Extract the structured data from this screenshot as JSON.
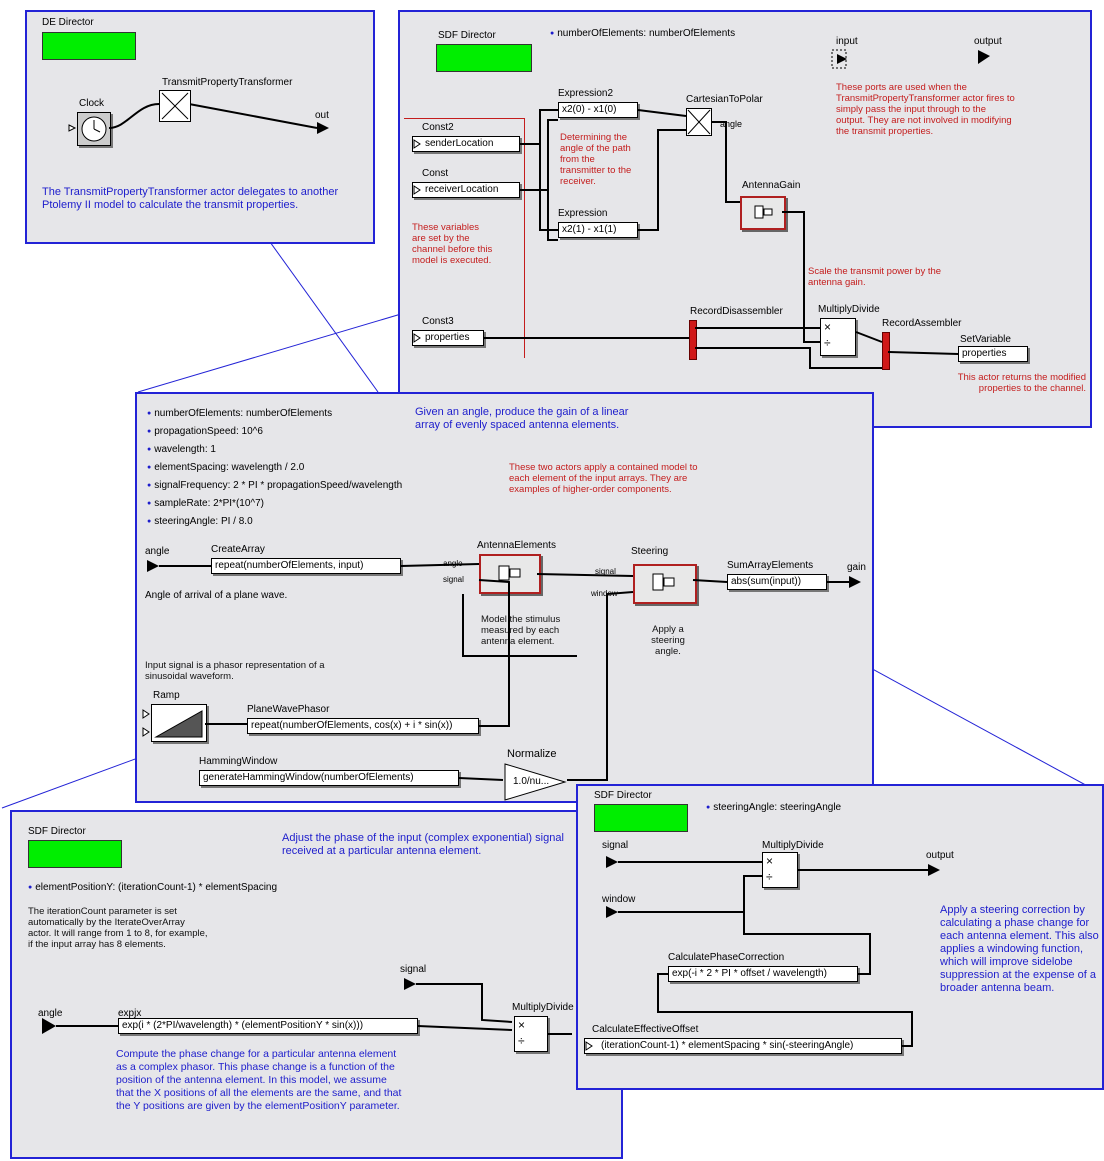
{
  "panel1": {
    "director": "DE Director",
    "transformer": "TransmitPropertyTransformer",
    "clock": "Clock",
    "out": "out",
    "note": "The TransmitPropertyTransformer actor delegates to another Ptolemy II model to calculate the transmit properties."
  },
  "panel2": {
    "director": "SDF Director",
    "param": "numberOfElements: numberOfElements",
    "input": "input",
    "output": "output",
    "ports_note": "These ports are used when the TransmitPropertyTransformer actor fires to simply pass the input through to the output. They are not involved in modifying the transmit properties.",
    "const2": "Const2",
    "const2_value": "senderLocation",
    "const": "Const",
    "const_value": "receiverLocation",
    "const3": "Const3",
    "const3_value": "properties",
    "expression2": "Expression2",
    "expression2_value": "x2(0) - x1(0)",
    "expression": "Expression",
    "expression_value": "x2(1) - x1(1)",
    "cartesian": "CartesianToPolar",
    "angle_port": "angle",
    "angle_note": "Determining the angle of the path from the transmitter to the receiver.",
    "vars_note": "These variables are set by the channel before this model is executed.",
    "antenna_gain": "AntennaGain",
    "scale_note": "Scale the transmit power by the antenna gain.",
    "record_disassembler": "RecordDisassembler",
    "multiply_divide": "MultiplyDivide",
    "record_assembler": "RecordAssembler",
    "set_variable": "SetVariable",
    "set_variable_value": "properties",
    "returns_note": "This actor returns the modified properties to the channel."
  },
  "panel3": {
    "params": [
      "numberOfElements: numberOfElements",
      "propagationSpeed: 10^6",
      "wavelength: 1",
      "elementSpacing: wavelength / 2.0",
      "signalFrequency: 2 * PI * propagationSpeed/wavelength",
      "sampleRate: 2*PI*(10^7)",
      "steeringAngle: PI / 8.0"
    ],
    "title_note": "Given an angle, produce the gain of a linear array of evenly spaced antenna elements.",
    "actors_note": "These two actors apply a contained model to each element of the input arrays. They are examples of higher-order components.",
    "angle": "angle",
    "create_array": "CreateArray",
    "create_array_value": "repeat(numberOfElements, input)",
    "angle_note": "Angle of arrival of a plane wave.",
    "antenna_elements": "AntennaElements",
    "port_angle": "angle",
    "port_signal": "signal",
    "model_note": "Model the stimulus measured by each antenna element.",
    "steering": "Steering",
    "steer_signal": "signal",
    "steer_window": "window",
    "steer_note": "Apply a steering angle.",
    "sum": "SumArrayElements",
    "sum_value": "abs(sum(input))",
    "gain": "gain",
    "input_note": "Input signal is a phasor representation of a sinusoidal waveform.",
    "ramp": "Ramp",
    "plane_wave": "PlaneWavePhasor",
    "plane_wave_value": "repeat(numberOfElements, cos(x) + i * sin(x))",
    "hamming": "HammingWindow",
    "hamming_value": "generateHammingWindow(numberOfElements)",
    "normalize": "Normalize",
    "normalize_value": "1.0/nu..."
  },
  "panel4": {
    "director": "SDF Director",
    "title_note": "Adjust the phase of the input (complex exponential) signal received at a particular antenna element.",
    "param": "elementPositionY: (iterationCount-1) * elementSpacing",
    "iter_note": "The iterationCount parameter is set automatically by the IterateOverArray actor. It will range from 1 to 8, for example, if the input array has 8 elements.",
    "signal": "signal",
    "angle": "angle",
    "expjx": "expjx",
    "expjx_value": "exp(i * (2*PI/wavelength) * (elementPositionY * sin(x)))",
    "multiply_divide": "MultiplyDivide",
    "compute_note": "Compute the phase change for a particular antenna element as a complex phasor. This phase change is a function of the position of the antenna element. In this model, we assume that the X positions of all the elements are the same, and that the Y positions are given by the elementPositionY parameter."
  },
  "panel5": {
    "director": "SDF Director",
    "param": "steeringAngle: steeringAngle",
    "signal": "signal",
    "window": "window",
    "multiply_divide": "MultiplyDivide",
    "output": "output",
    "calc_phase": "CalculatePhaseCorrection",
    "calc_phase_value": "exp(-i * 2 * PI * offset / wavelength)",
    "calc_offset": "CalculateEffectiveOffset",
    "calc_offset_value": "(iterationCount-1) * elementSpacing * sin(-steeringAngle)",
    "note": "Apply a steering correction by calculating a phase change for each antenna element. This also applies a windowing function, which will improve sidelobe suppression at the expense of a broader antenna beam."
  },
  "colors": {
    "panel_border": "#2323d6",
    "panel_bg": "#e6e6e9",
    "director_green": "#00ee00",
    "annotation_blue": "#1d1dcc",
    "annotation_red": "#c41d1d"
  }
}
